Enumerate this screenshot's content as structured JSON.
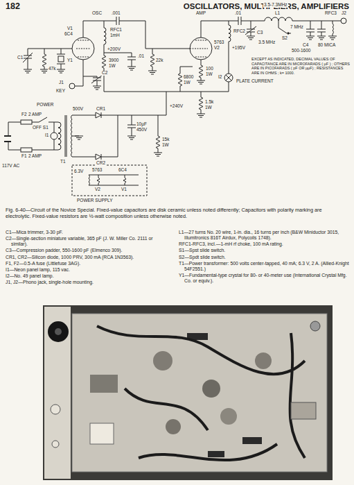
{
  "diagram": {
    "title": "OSCILLATORS, MULTIPLIERS, AMPLIFIERS",
    "caption": "Fig. 6-40—Circuit of the Novice Special. Fixed-value capacitors are disk ceramic unless noted differently; Capacitors with polarity marking are electrolytic. Fixed-value resistors are ½-watt composition unless otherwise noted.",
    "labels": [
      "182",
      "OSC",
      "AMP",
      "6C4",
      "V1",
      "Y1",
      "C1",
      "47k",
      ".001",
      "RFC1",
      "1mH",
      "+200V",
      "3900",
      "1W",
      ".01",
      "C2",
      "22k",
      "5763",
      "V2",
      "100",
      "1W",
      "6800",
      "1W",
      "RFC2",
      "+195V",
      ".01",
      "3.5-7.3MHz",
      "C3",
      "L1",
      "S2",
      "3.5 MHz",
      "7 MHz",
      "C4",
      "500-1600",
      "80 MICA",
      "RFC3",
      "J2",
      "EXCEPT AS INDICATED, DECIMAL VALUES OF CAPACITANCE ARE IN MICROFARADS ( µF ) ; OTHERS ARE IN PICOFARADS ( pF OR µµF) ; RESISTANCES ARE IN OHMS ; k= 1000.",
      "I2",
      "PLATE CURRENT",
      "J1",
      "KEY",
      "+240V",
      "1.5k",
      "1W",
      "POWER",
      "F2",
      "2 AMP",
      "OFF S1",
      "I1",
      "117V AC",
      "F1",
      "2 AMP",
      "T1",
      "500V",
      "CR1",
      "CR2",
      "10µF",
      "450V",
      "15k",
      "1W",
      "6.3V",
      "5763",
      "V2",
      "6C4",
      "V1",
      "POWER SUPPLY",
      "C1—Mica trimmer, 3-30 pF.",
      "C2—Single-section miniature variable, 365 pF (J. W. Miller Co. 2111 or similar).",
      "C3—Compression padder, 550-1600 pF (Elmenco 309).",
      "CR1, CR2—Silicon diode, 1000 PRV, 300 mA (RCA 1N3563).",
      "F1, F2—0.5-A fuse (Littlefuse 3AG).",
      "I1—Neon panel lamp, 115 vac.",
      "I2—No. 49 panel lamp.",
      "J1, J2—Phono jack, single-hole mounting.",
      "L1—27 turns No. 20 wire, 1-in. dia., 16 turns per inch (B&W Miniductor 3015, Illumitronics 816T Airdux, Polycoils 1748).",
      "RFC1-RFC3, incl.—1-mH rf choke, 100 mA rating.",
      "S1—Spst slide switch.",
      "S2—Spdt slide switch.",
      "T1—Power transformer: 500 volts center-tapped, 40 mA; 6.3 V, 2 A. (Allied-Knight 54F2551.)",
      "Y1—Fundamental-type crystal for 80- or 40-meter use (International Crystal Mfg. Co. or equiv.)."
    ]
  }
}
